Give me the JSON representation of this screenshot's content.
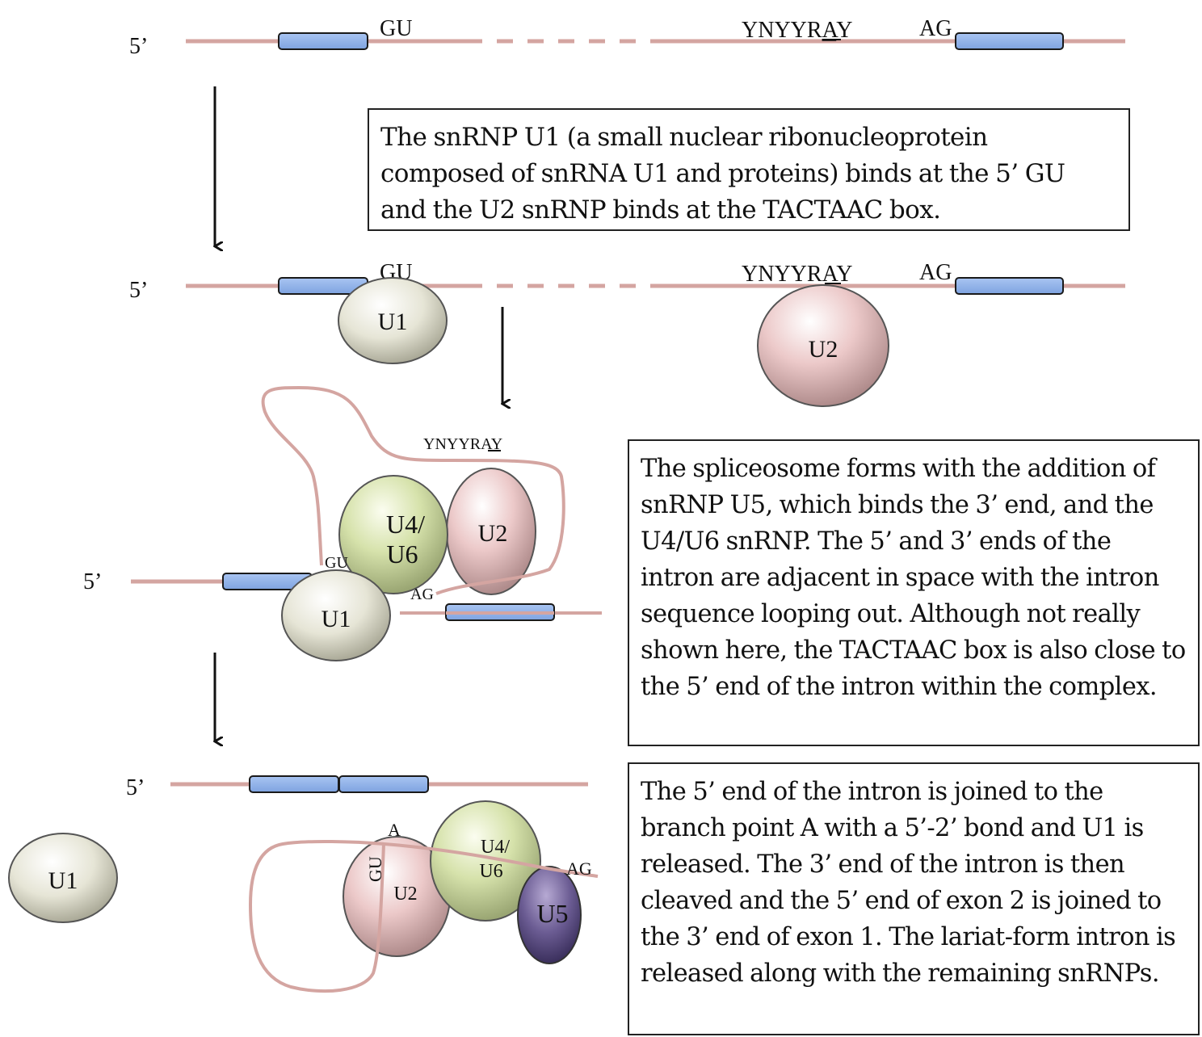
{
  "colors": {
    "rna_line": "#d4a5a1",
    "exon_fill": "#8fb1e8",
    "exon_stroke": "#1a1a1a",
    "u1": "#e9e8dc",
    "u2": "#ecc9c9",
    "u4u6": "#d7e2ae",
    "u5": "#6a5a90",
    "arrow": "#111111"
  },
  "labels": {
    "five_prime": "5’",
    "gu": "GU",
    "ag": "AG",
    "branch_seq_prefix": "YNYYR",
    "branch_seq_a": "A",
    "branch_seq_suffix": "Y",
    "branch_a": "A"
  },
  "snrnps": {
    "u1": "U1",
    "u2": "U2",
    "u4": "U4/",
    "u6": "U6",
    "u5": "U5"
  },
  "captions": {
    "step1": "The snRNP U1 (a small nuclear ribonucleoprotein composed of snRNA U1 and proteins) binds at the 5’ GU and the U2 snRNP binds at the TACTAAC box.",
    "step2": "The spliceosome forms with the addition of snRNP U5, which binds the 3’ end, and the U4/U6 snRNP. The 5’ and 3’ ends of the intron are adjacent in space with the intron sequence looping out. Although not really shown here, the TACTAAC box is also close to the 5’ end of the intron within the complex.",
    "step3": "The 5’ end of the intron is joined to the branch point A with a 5’-2’ bond and U1 is released. The 3’ end of the intron is then cleaved and the 5’ end of exon 2 is joined to the 3’ end of exon 1. The lariat-form intron is released along with the remaining snRNPs."
  }
}
